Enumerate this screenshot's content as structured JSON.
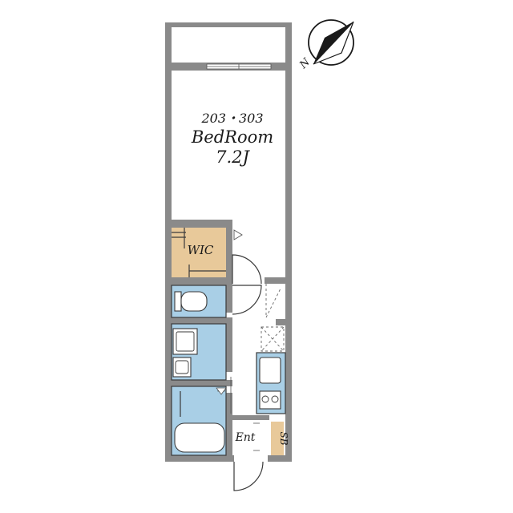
{
  "labels": {
    "unit": "203・303",
    "bedroom": "BedRoom",
    "bedroom_size": "7.2J",
    "wic": "WIC",
    "entrance": "Ent",
    "shoe_box": "SB",
    "compass_n": "N"
  },
  "colors": {
    "wall": "#8a8a8a",
    "fixture": "#a9cfe6",
    "storage": "#e8c99a"
  }
}
